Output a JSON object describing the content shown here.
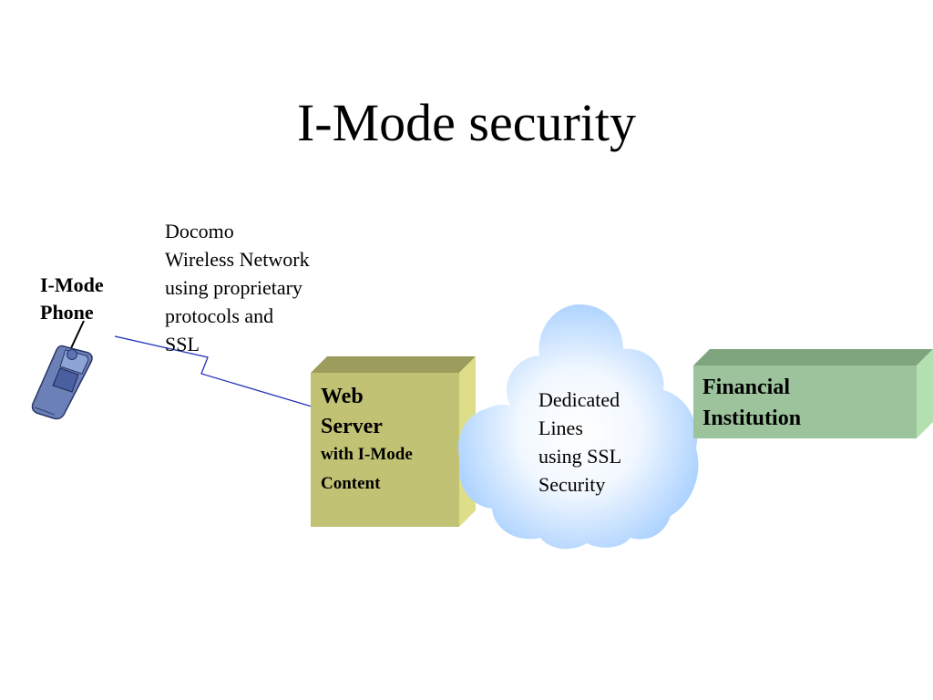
{
  "slide": {
    "title": "I-Mode security"
  },
  "phone": {
    "label": "I-Mode\nPhone",
    "icon": "mobile-phone-icon"
  },
  "network": {
    "label": "Docomo\nWireless Network\nusing proprietary\nprotocols and\nSSL",
    "color": "#2233bb"
  },
  "web_server": {
    "title": "Web\nServer",
    "subtitle": "with I-Mode\nContent",
    "color": "#c2c274"
  },
  "cloud": {
    "label": "Dedicated\nLines\nusing SSL\nSecurity",
    "color": "#a8d0ff"
  },
  "financial": {
    "label": "Financial\nInstitution",
    "color": "#9cc39c"
  }
}
